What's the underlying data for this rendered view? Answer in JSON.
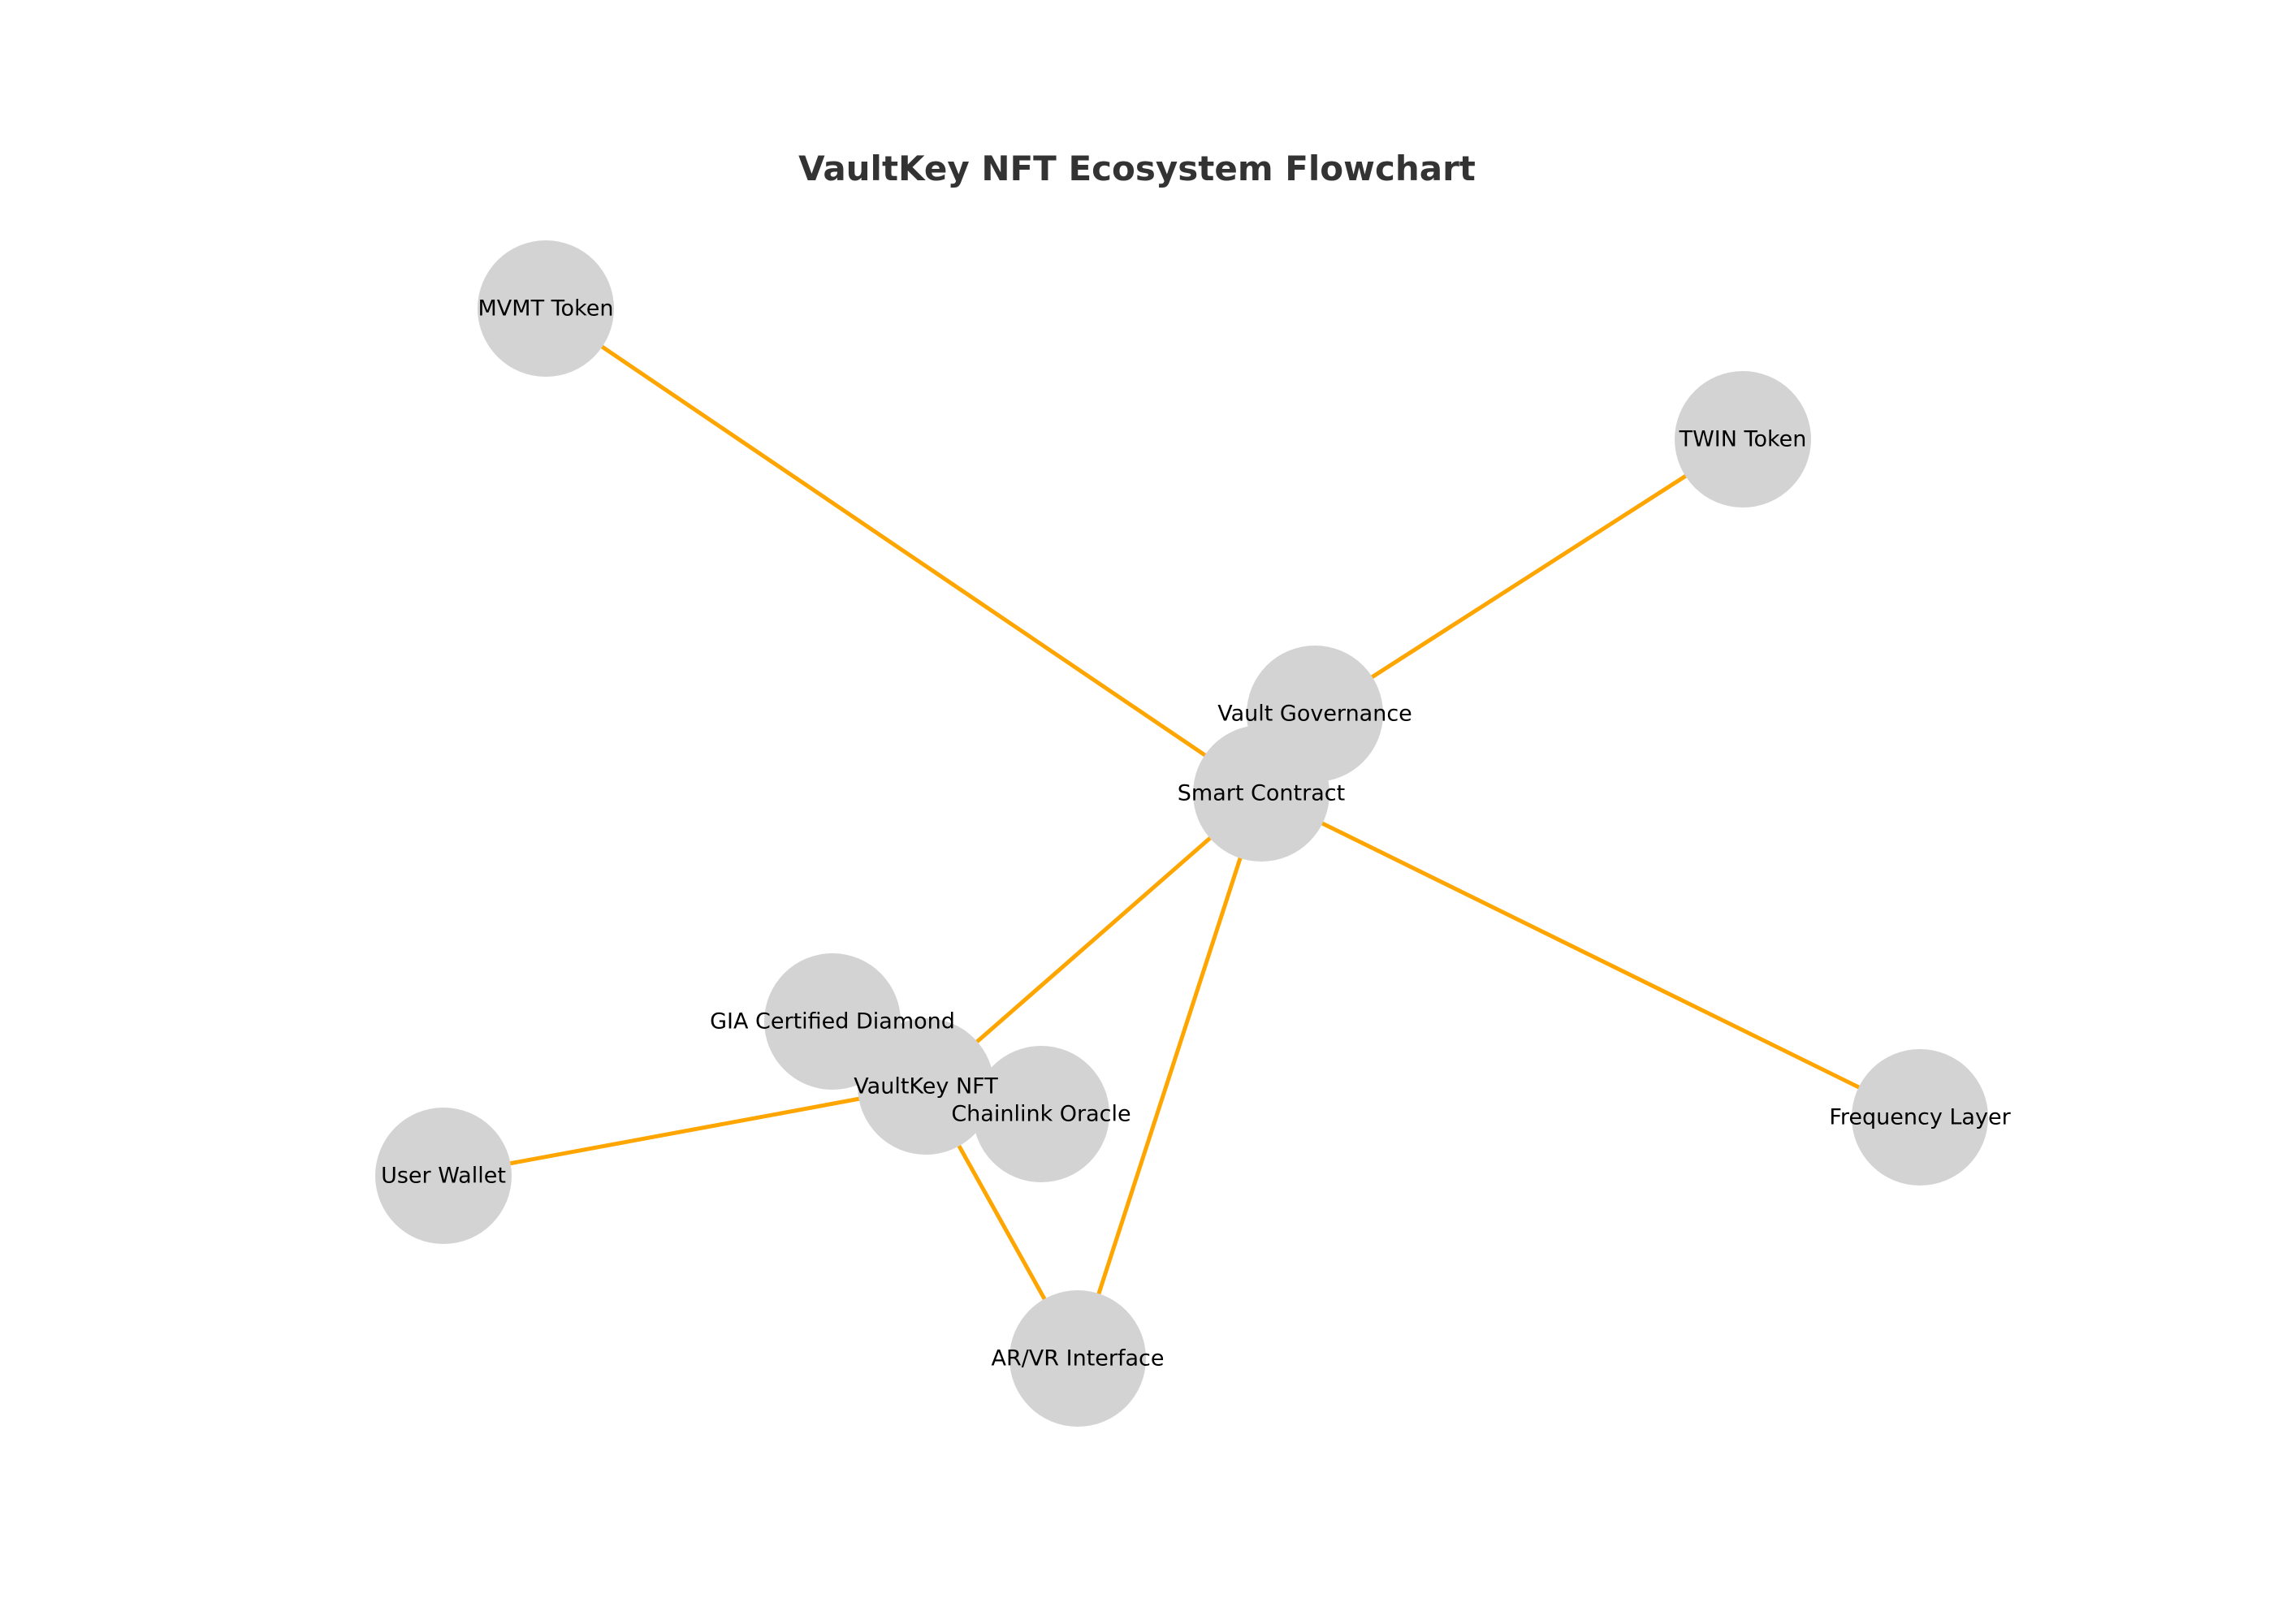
{
  "title": "VaultKey NFT Ecosystem Flowchart",
  "colors": {
    "background": "#ffffff",
    "node_fill": "#d3d3d3",
    "edge_stroke": "#ffa500",
    "title": "#333333",
    "label": "#000000"
  },
  "nodes": [
    {
      "id": "mvmt",
      "label": "MVMT Token"
    },
    {
      "id": "twin",
      "label": "TWIN Token"
    },
    {
      "id": "governance",
      "label": "Vault Governance"
    },
    {
      "id": "contract",
      "label": "Smart Contract"
    },
    {
      "id": "gia",
      "label": "GIA Certified Diamond"
    },
    {
      "id": "vaultkey",
      "label": "VaultKey NFT"
    },
    {
      "id": "oracle",
      "label": "Chainlink Oracle"
    },
    {
      "id": "frequency",
      "label": "Frequency Layer"
    },
    {
      "id": "wallet",
      "label": "User Wallet"
    },
    {
      "id": "arvr",
      "label": "AR/VR Interface"
    }
  ],
  "edges": [
    {
      "from": "mvmt",
      "to": "contract"
    },
    {
      "from": "twin",
      "to": "governance"
    },
    {
      "from": "contract",
      "to": "vaultkey"
    },
    {
      "from": "contract",
      "to": "frequency"
    },
    {
      "from": "contract",
      "to": "arvr"
    },
    {
      "from": "wallet",
      "to": "vaultkey"
    },
    {
      "from": "vaultkey",
      "to": "arvr"
    }
  ]
}
